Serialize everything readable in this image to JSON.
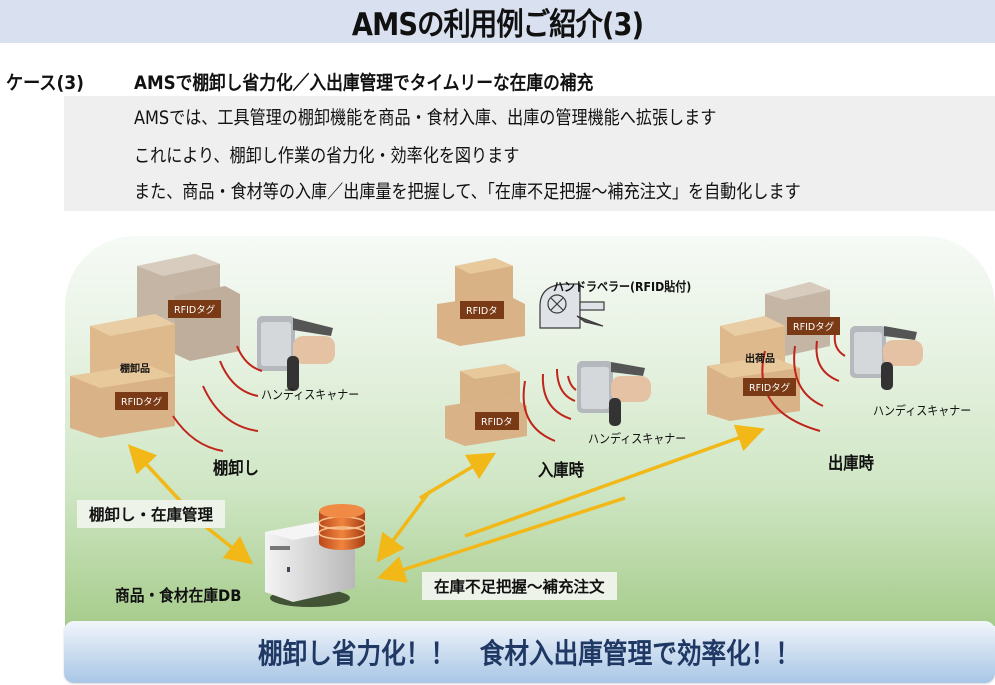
{
  "title": "AMSの利用例ご紹介(3)",
  "case": {
    "label": "ケース(3)",
    "heading": "AMSで棚卸し省力化／入出庫管理でタイムリーな在庫の補充",
    "lines": [
      "AMSでは、工具管理の棚卸機能を商品・食材入庫、出庫の管理機能へ拡張します",
      "これにより、棚卸し作業の省力化・効率化を図ります",
      "また、商品・食材等の入庫／出庫量を把握して、「在庫不足把握～補充注文」を自動化します"
    ]
  },
  "diagram": {
    "stages": {
      "inventory": {
        "label": "棚卸し",
        "box_label": "棚卸品",
        "tag_top": "RFIDタグ",
        "tag_bottom": "RFIDタグ",
        "scanner_label": "ハンディスキャナー"
      },
      "receiving": {
        "label": "入庫時",
        "tag_top": "RFIDタ",
        "tag_bottom": "RFIDタ",
        "labeler_label": "ハンドラベラー(RFID貼付)",
        "scanner_label": "ハンディスキャナー"
      },
      "shipping": {
        "label": "出庫時",
        "box_label": "出荷品",
        "tag_top": "RFIDタグ",
        "tag_bottom": "RFIDタグ",
        "scanner_label": "ハンディスキャナー"
      }
    },
    "notes": {
      "inventory_management": "棚卸し・在庫管理",
      "reorder": "在庫不足把握～補充注文"
    },
    "db_label": "商品・食材在庫DB",
    "colors": {
      "arrow": "#f2b817",
      "wave": "#c0251b",
      "tag": "#7a3a15",
      "db_disk": "#d3601c"
    }
  },
  "banner": "棚卸し省力化！！　食材入出庫管理で効率化！！"
}
